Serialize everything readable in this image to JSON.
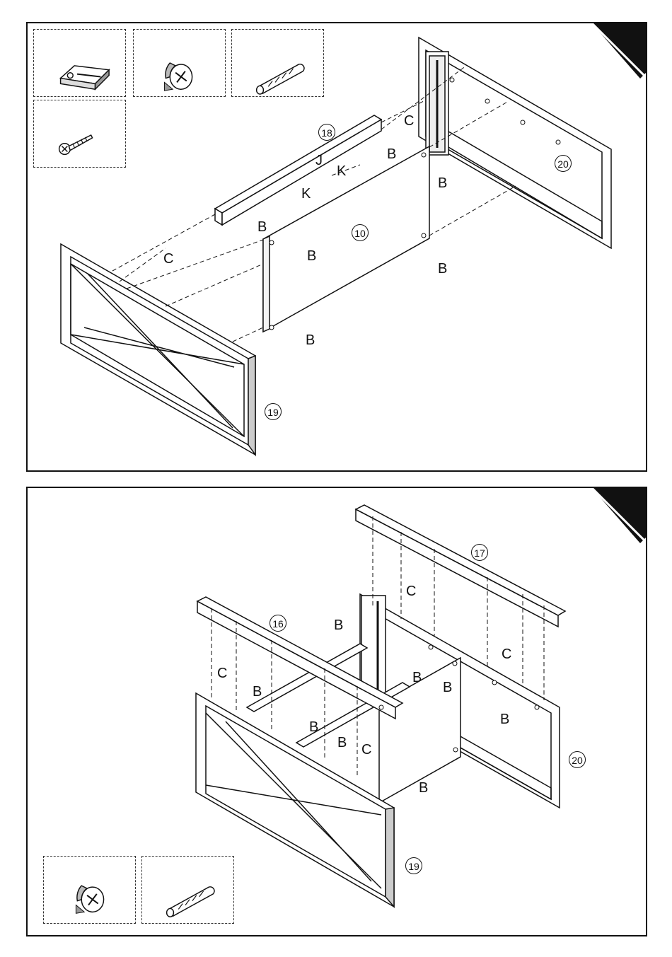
{
  "step1": {
    "hardware": [
      {
        "icon": "magnetic-catch-icon"
      },
      {
        "icon": "cam-lock-icon"
      },
      {
        "icon": "wooden-dowel-icon"
      },
      {
        "icon": "screw-icon"
      }
    ],
    "part_numbers": {
      "p18": "18",
      "p20": "20",
      "p10": "10",
      "p19": "19"
    },
    "letters": {
      "c": "C",
      "j": "J",
      "k": "K",
      "b": "B"
    }
  },
  "step2": {
    "hardware": [
      {
        "icon": "cam-lock-icon"
      },
      {
        "icon": "wooden-dowel-icon"
      }
    ],
    "part_numbers": {
      "p17": "17",
      "p16": "16",
      "p20": "20",
      "p19": "19"
    },
    "letters": {
      "b": "B",
      "c": "C"
    }
  },
  "colors": {
    "ink": "#111111",
    "paper": "#ffffff"
  }
}
